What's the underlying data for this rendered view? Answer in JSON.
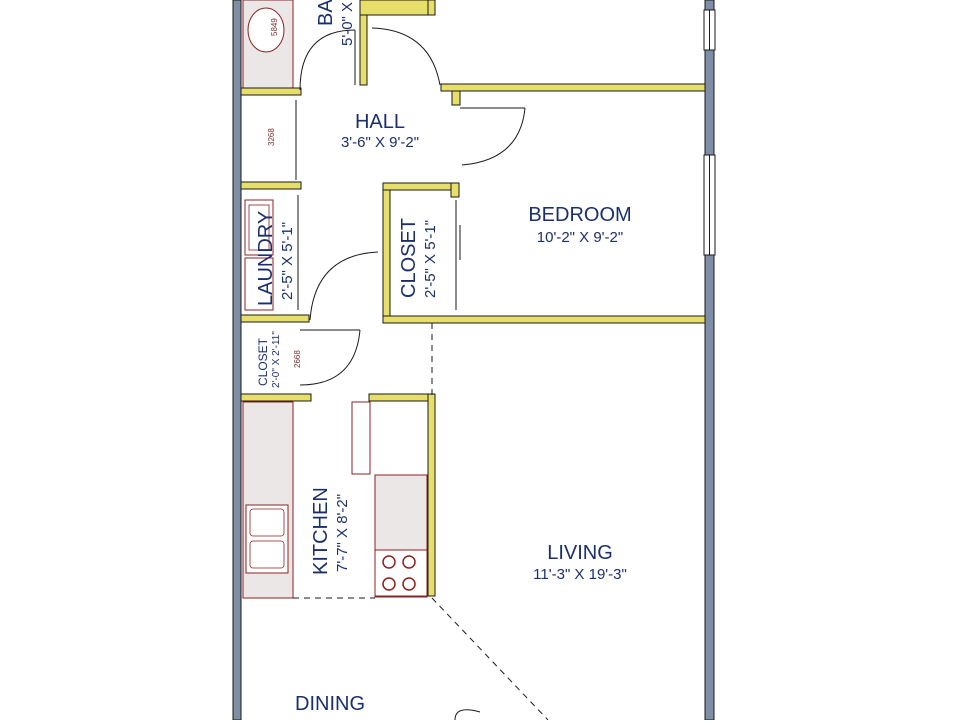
{
  "rooms": {
    "bath": {
      "name": "BA",
      "dims": "5'-0\" X"
    },
    "hall": {
      "name": "HALL",
      "dims": "3'-6\" X 9'-2\""
    },
    "bedroom": {
      "name": "BEDROOM",
      "dims": "10'-2\" X 9'-2\""
    },
    "closet_bed": {
      "name": "CLOSET",
      "dims": "2'-5\" X 5'-1\""
    },
    "laundry": {
      "name": "LAUNDRY",
      "dims": "2'-5\" X 5'-1\""
    },
    "closet_small": {
      "name": "CLOSET",
      "dims": "2'-0\" X 2'-11\""
    },
    "kitchen": {
      "name": "KITCHEN",
      "dims": "7'-7\" X 8'-2\""
    },
    "living": {
      "name": "LIVING",
      "dims": "11'-3\" X 19'-3\""
    },
    "dining": {
      "name": "DINING"
    }
  },
  "door_codes": {
    "bath_sink": "5849",
    "hall": "3268",
    "closet_small": "2668"
  },
  "colors": {
    "wall_fill": "#e8df6a",
    "wall_line": "#1a1a1a",
    "exterior_wall": "#7f8ea6",
    "label": "#1b2f6e",
    "fixture": "#8b2020",
    "counter": "#ece7e7"
  }
}
